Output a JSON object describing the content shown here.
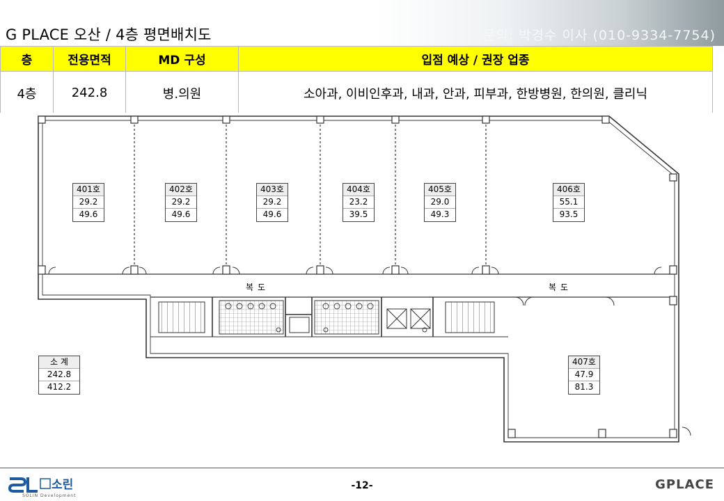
{
  "header": {
    "title": "G PLACE 오산 / 4층 평면배치도",
    "contact": "문의: 박경수 이사 (010-9334-7754)"
  },
  "spec_table": {
    "columns": [
      "층",
      "전용면적",
      "MD 구성",
      "입점 예상 / 권장 업종"
    ],
    "row": [
      "4층",
      "242.8",
      "병.의원",
      "소아과, 이비인후과, 내과, 안과, 피부과, 한방병원, 한의원, 클리닉"
    ],
    "header_color": "#ffff00"
  },
  "plan": {
    "units": [
      {
        "label": "401호",
        "area1": "29.2",
        "area2": "49.6"
      },
      {
        "label": "402호",
        "area1": "29.2",
        "area2": "49.6"
      },
      {
        "label": "403호",
        "area1": "29.2",
        "area2": "49.6"
      },
      {
        "label": "404호",
        "area1": "23.2",
        "area2": "39.5"
      },
      {
        "label": "405호",
        "area1": "29.0",
        "area2": "49.3"
      },
      {
        "label": "406호",
        "area1": "55.1",
        "area2": "93.5"
      },
      {
        "label": "407호",
        "area1": "47.9",
        "area2": "81.3"
      }
    ],
    "subtotal": {
      "label": "소 계",
      "area1": "242.8",
      "area2": "412.2"
    },
    "corridor_label": "복도"
  },
  "footer": {
    "page": "-12-",
    "company_logo_text": "소린",
    "company_sub": "SOLIN Development",
    "brand": "GPLACE"
  }
}
